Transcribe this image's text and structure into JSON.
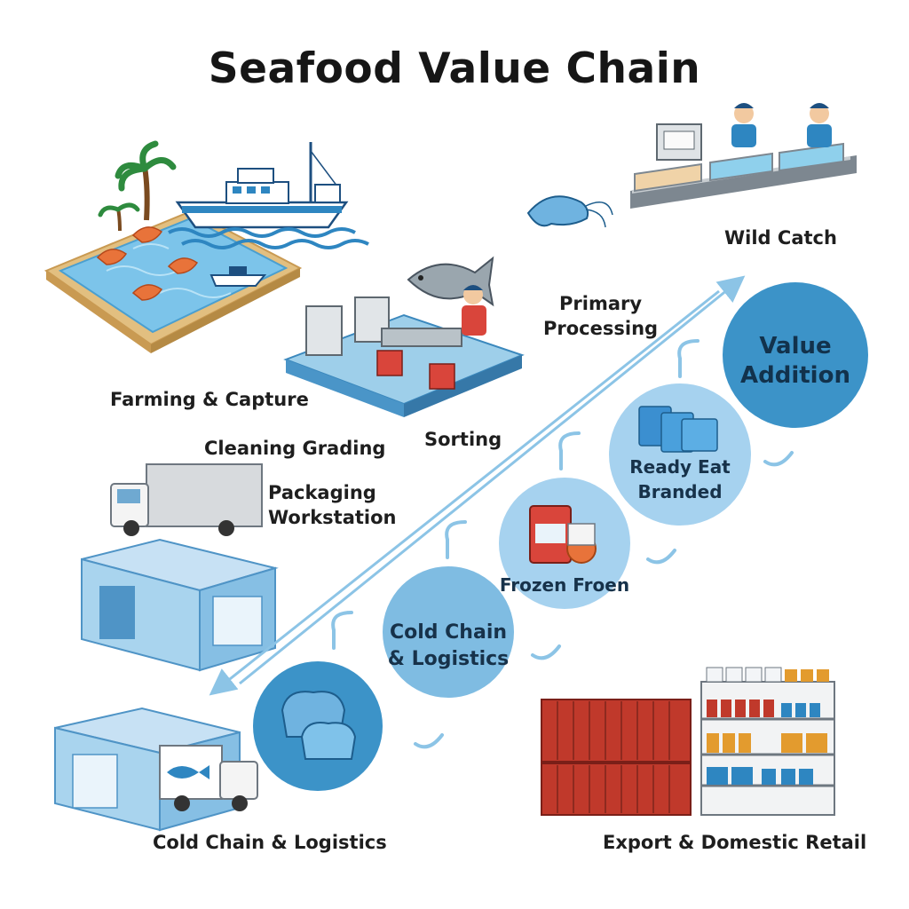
{
  "title": "Seafood Value Chain",
  "labels": {
    "wild_catch": "Wild Catch",
    "primary_processing": [
      "Primary",
      "Processing"
    ],
    "farming_capture": "Farming & Capture",
    "sorting": "Sorting",
    "cleaning_grading": "Cleaning Grading",
    "packaging_workstation": [
      "Packaging",
      "Workstation"
    ],
    "cold_chain_bottom": "Cold Chain & Logistics",
    "export_retail": "Export & Domestic Retail"
  },
  "stages": [
    {
      "key": "cold-storage",
      "lines": []
    },
    {
      "key": "cold-chain",
      "lines": [
        "Cold Chain",
        "& Logistics"
      ]
    },
    {
      "key": "frozen",
      "lines": [
        "Frozen Froen"
      ]
    },
    {
      "key": "ready-eat",
      "lines": [
        "Ready Eat",
        "Branded"
      ]
    },
    {
      "key": "value-addition",
      "lines": [
        "Value",
        "Addition"
      ]
    }
  ],
  "colors": {
    "ocean_blue": "#2e86c1",
    "light_blue": "#a9d4ee",
    "circle_dark": "#3c93c8",
    "circle_mid": "#7fbce2",
    "circle_light": "#a6d2ef",
    "container_red": "#c0392b",
    "sand": "#e8c888"
  }
}
